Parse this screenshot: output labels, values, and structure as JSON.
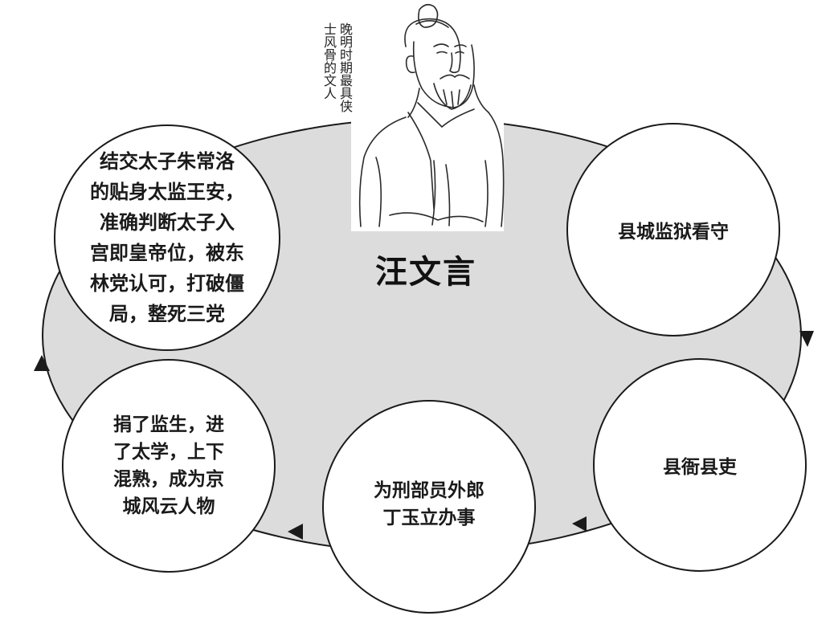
{
  "diagram": {
    "title": "汪文言",
    "caption": [
      "晚明时期最具侠",
      "士风骨的文人"
    ],
    "stages": [
      {
        "lines": [
          "县城监狱看守"
        ]
      },
      {
        "lines": [
          "县衙县吏"
        ]
      },
      {
        "lines": [
          "为刑部员外郎",
          "丁玉立办事"
        ]
      },
      {
        "lines": [
          "捐了监生，进",
          "了太学，上下",
          "混熟，成为京",
          "城风云人物"
        ]
      },
      {
        "lines": [
          "结交太子朱常洛",
          "的贴身太监王安，",
          "准确判断太子入",
          "宫即皇帝位，被东",
          "林党认可，打破僵",
          "局，整死三党"
        ]
      }
    ],
    "portrait": "scholar-portrait-drawing"
  },
  "colors": {
    "ellipse_fill": "#dcdcdc",
    "stroke": "#1a1a1a",
    "circle_fill": "#ffffff"
  }
}
